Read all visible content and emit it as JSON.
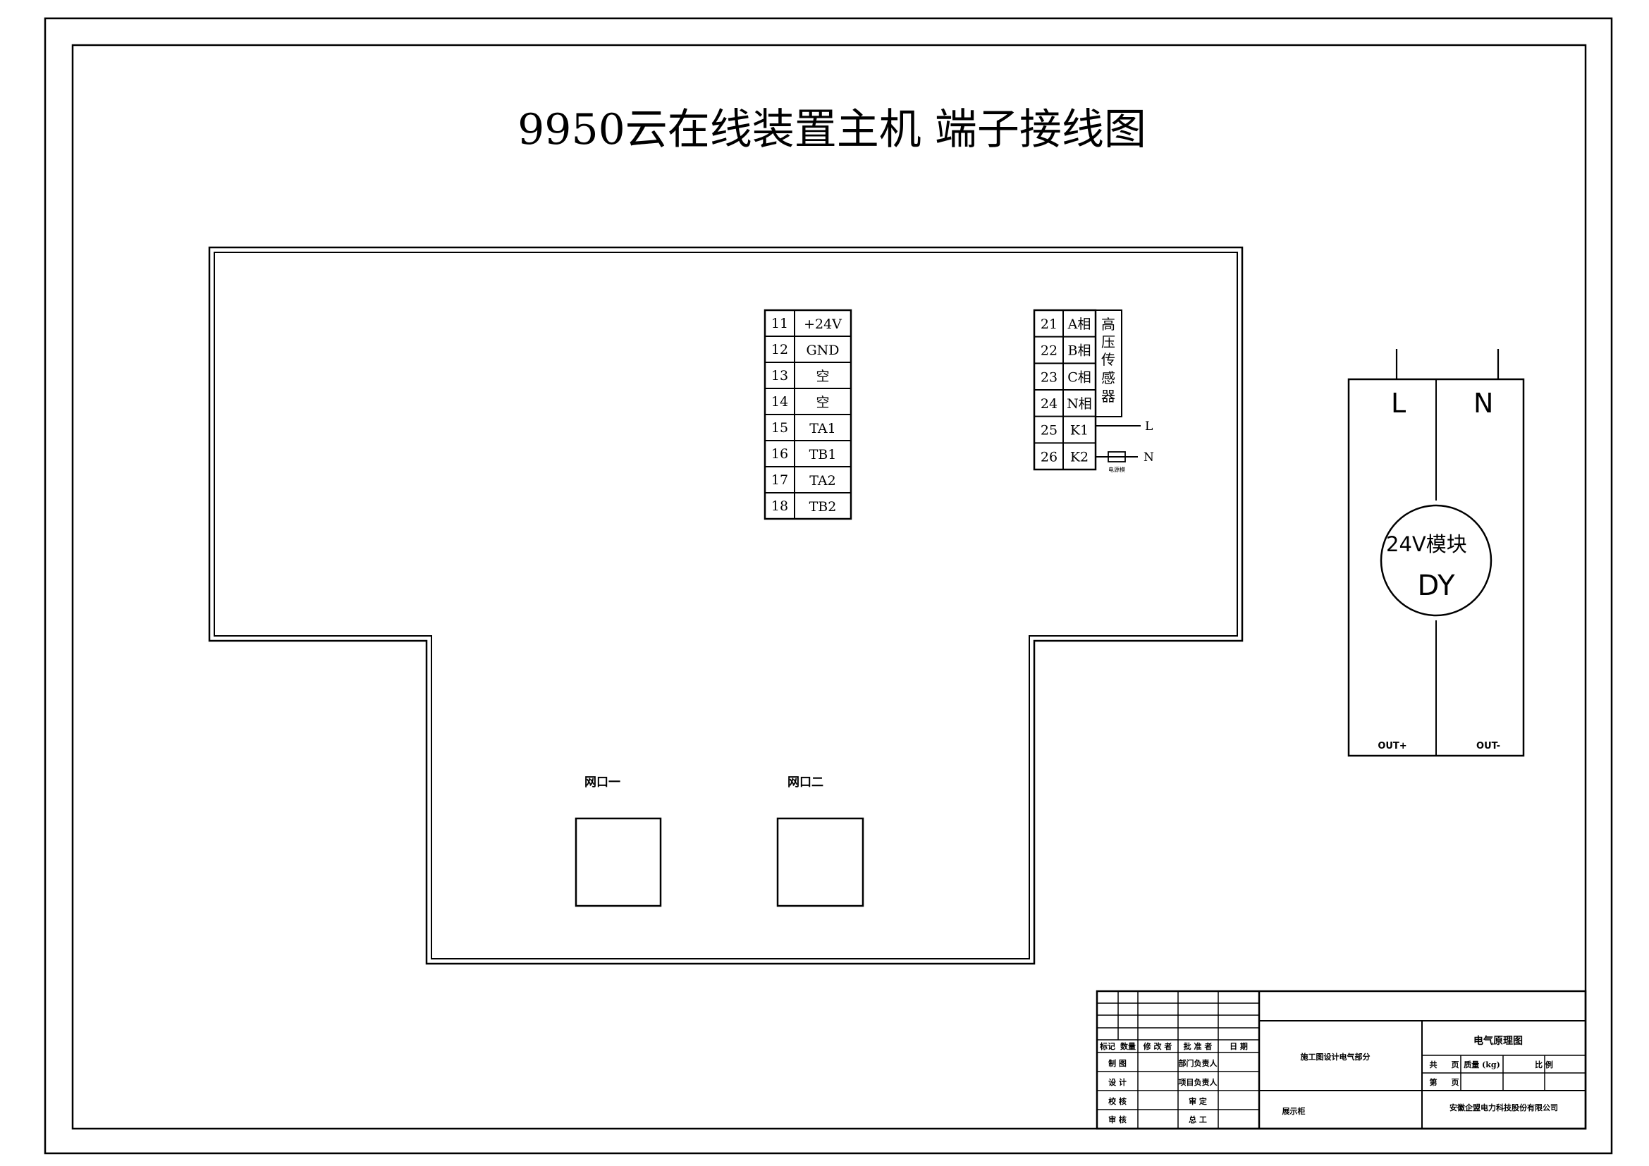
{
  "title": "9950云在线装置主机 端子接线图",
  "terminal_block_left": {
    "rows": [
      {
        "num": "11",
        "label": "+24V"
      },
      {
        "num": "12",
        "label": "GND"
      },
      {
        "num": "13",
        "label": "空"
      },
      {
        "num": "14",
        "label": "空"
      },
      {
        "num": "15",
        "label": "TA1"
      },
      {
        "num": "16",
        "label": "TB1"
      },
      {
        "num": "17",
        "label": "TA2"
      },
      {
        "num": "18",
        "label": "TB2"
      }
    ]
  },
  "terminal_block_right": {
    "rows": [
      {
        "num": "21",
        "label": "A相"
      },
      {
        "num": "22",
        "label": "B相"
      },
      {
        "num": "23",
        "label": "C相"
      },
      {
        "num": "24",
        "label": "N相"
      },
      {
        "num": "25",
        "label": "K1"
      },
      {
        "num": "26",
        "label": "K2"
      }
    ],
    "group_label": [
      "高",
      "压",
      "传",
      "感",
      "器"
    ],
    "wire_l": "L",
    "wire_n": "N",
    "component_label": "电源模"
  },
  "ports": {
    "port1": "网口一",
    "port2": "网口二"
  },
  "power_module": {
    "in_l": "L",
    "in_n": "N",
    "circle_top": "24V模块",
    "circle_bottom": "DY",
    "out_plus": "OUT+",
    "out_minus": "OUT-"
  },
  "title_block": {
    "rev_headers": [
      "标记",
      "数量",
      "修 改 者",
      "批 准 者",
      "日 期"
    ],
    "left_rows": [
      {
        "a": "制 图",
        "b": "部门负责人"
      },
      {
        "a": "设 计",
        "b": "项目负责人"
      },
      {
        "a": "校 核",
        "b": "审 定"
      },
      {
        "a": "审 核",
        "b": "总 工"
      }
    ],
    "project": "施工图设计电气部分",
    "drawing_name": "电气原理图",
    "total_pages": "共",
    "page_unit": "页",
    "weight": "质量 (kg)",
    "scale": "比 例",
    "page_no": "第",
    "page_unit2": "页",
    "cabinet": "展示柜",
    "company": "安徽企盟电力科技股份有限公司"
  }
}
